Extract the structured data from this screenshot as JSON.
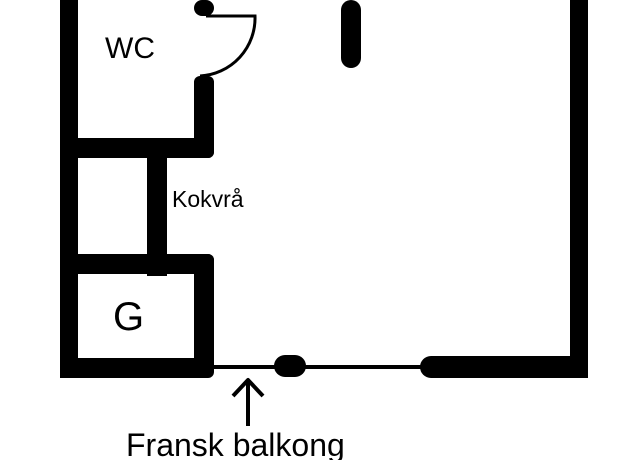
{
  "plan": {
    "rooms": {
      "wc": "WC",
      "kitchenette": "Kokvrå",
      "g": "G"
    },
    "annotation": "Fransk balkong"
  },
  "colors": {
    "wall": "#000000",
    "background": "#ffffff"
  },
  "icons": {
    "arrow": "up-arrow-icon",
    "door": "door-swing-icon"
  }
}
